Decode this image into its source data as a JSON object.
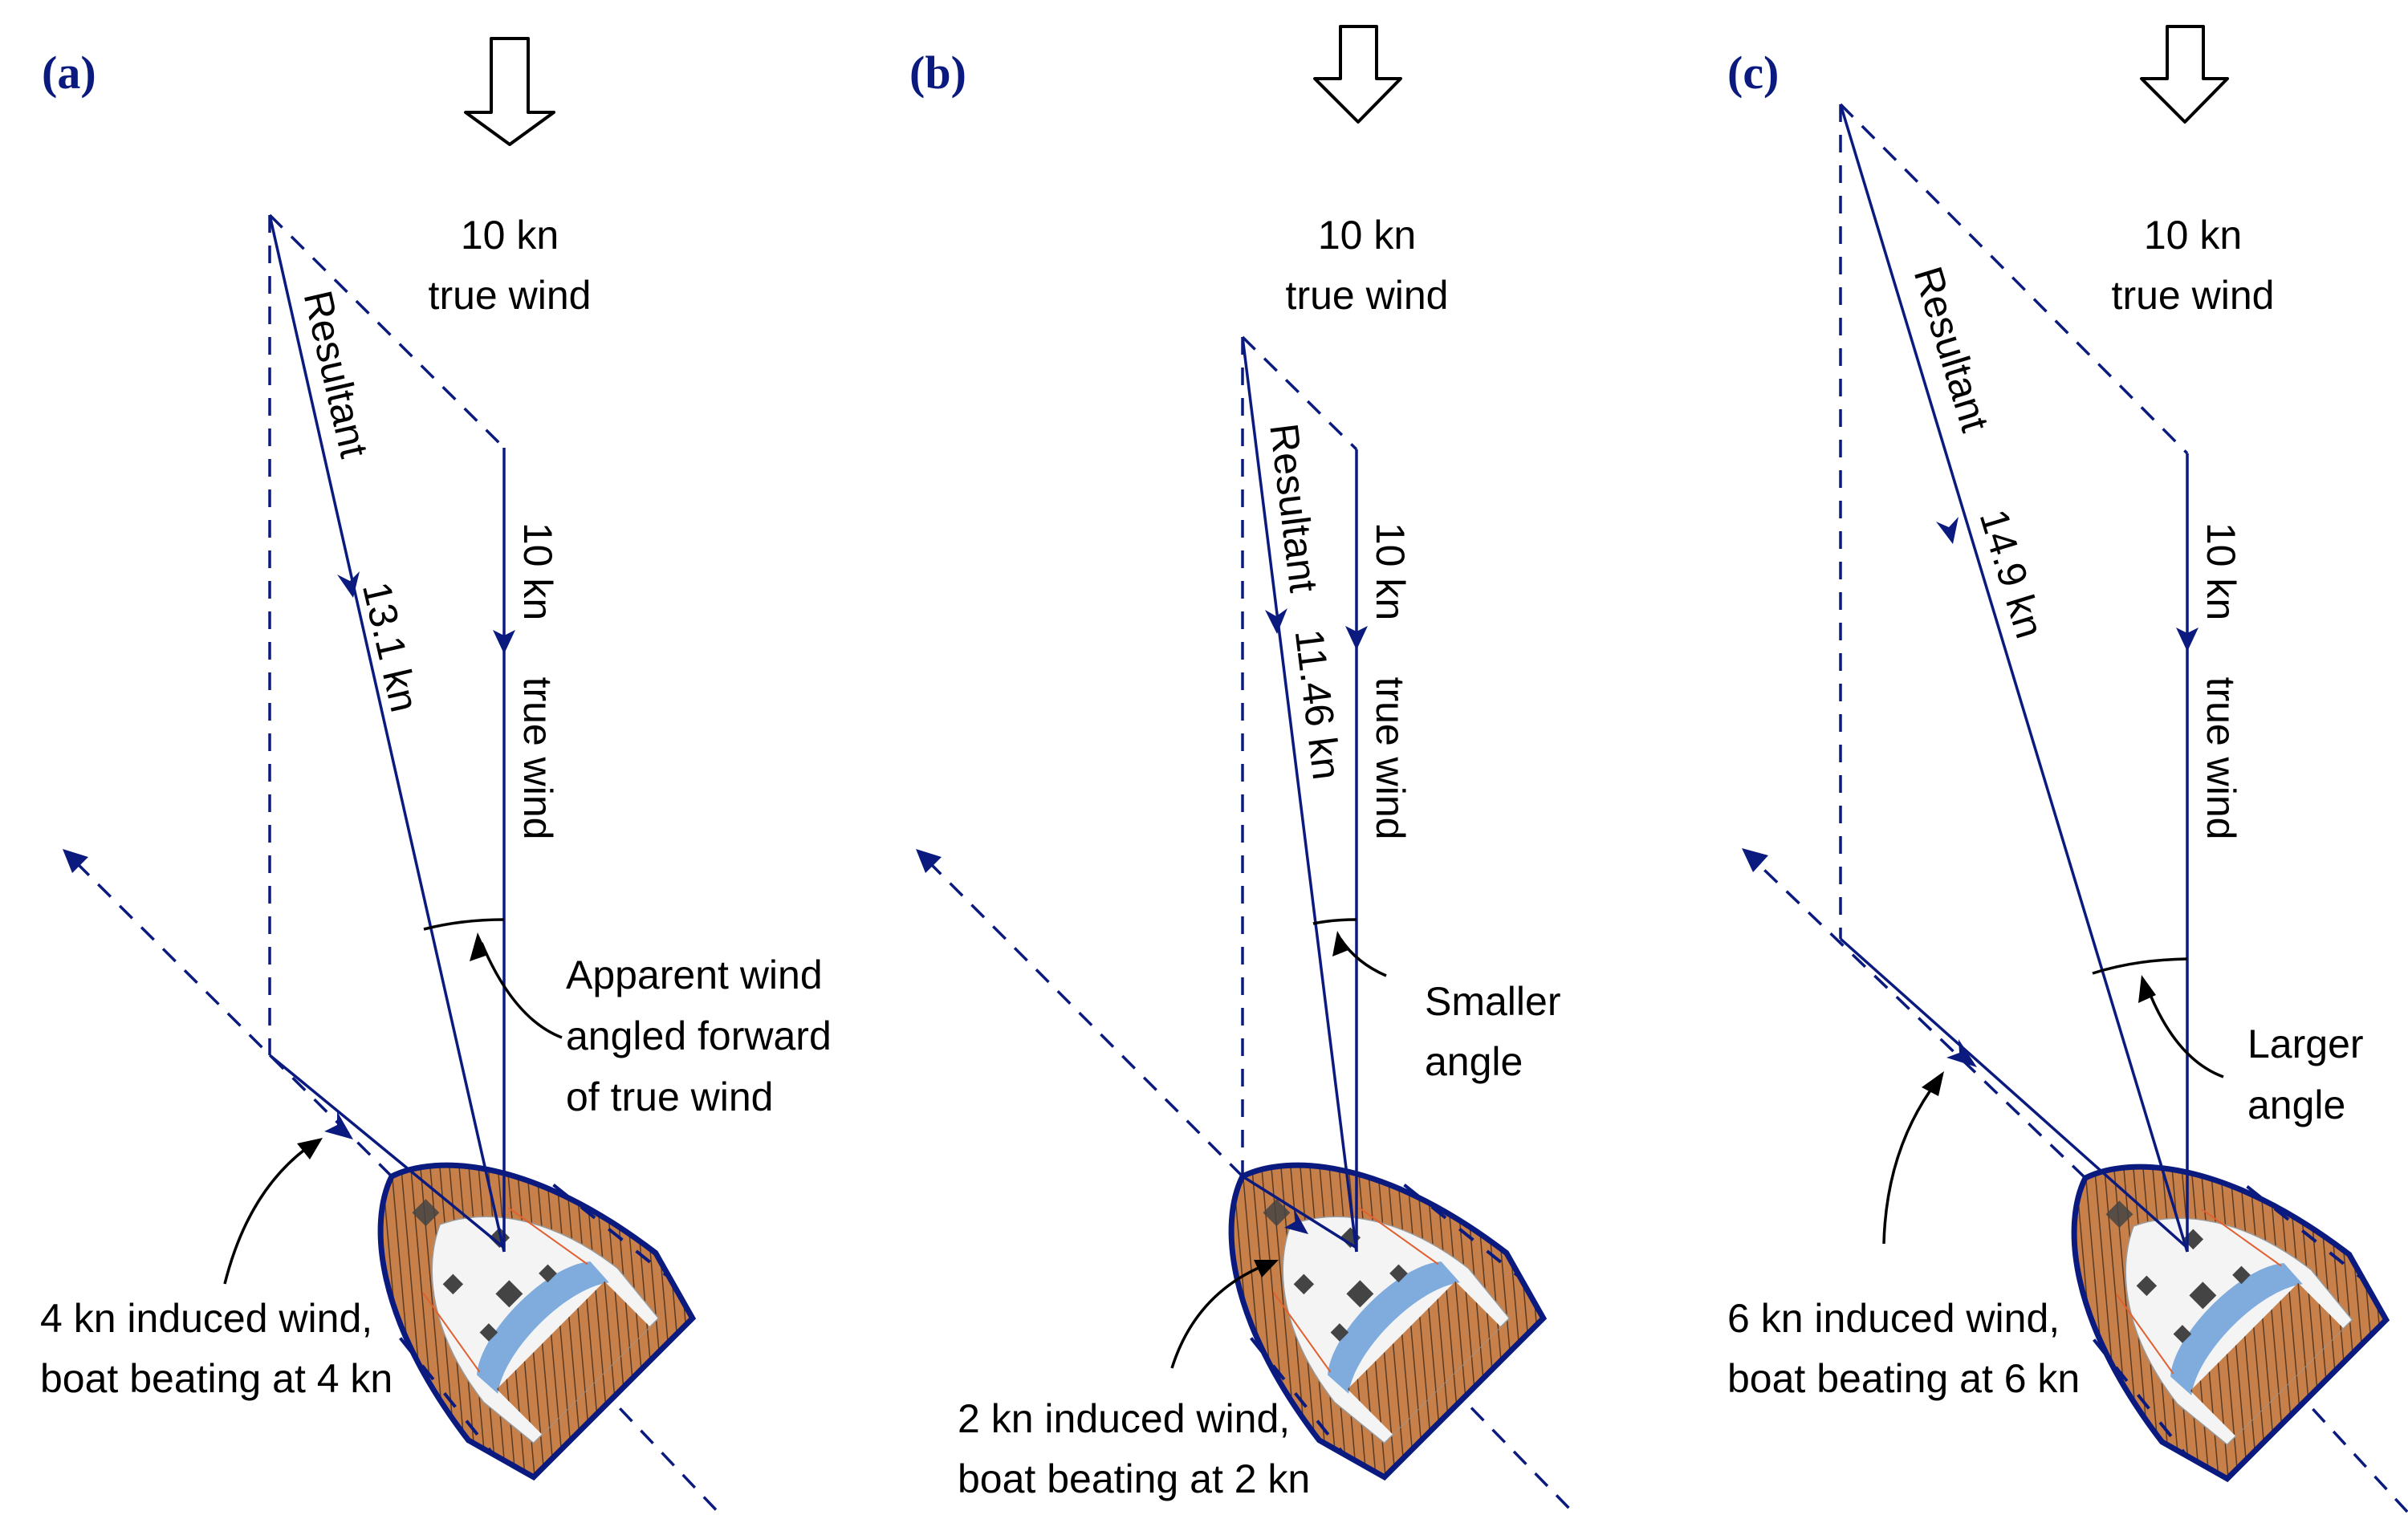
{
  "figure": {
    "colors": {
      "vector": "#0a1a7e",
      "label": "#0a1a7e",
      "text": "#000000",
      "deck": "#c8804a",
      "cabin": "#f4f4f4",
      "dodger": "#6b9fd8"
    },
    "panels": [
      {
        "id": "a",
        "label": "(a)",
        "wind_arrow": {
          "line1": "10 kn",
          "line2": "true wind"
        },
        "true_wind_vector": {
          "line1": "10 kn",
          "line2": "true wind",
          "speed_kn": 10
        },
        "resultant_vector": {
          "label": "Resultant",
          "value": "13.1 kn",
          "speed_kn": 13.1
        },
        "induced_wind": {
          "line1": "4 kn induced wind,",
          "line2": "boat beating at 4 kn",
          "speed_kn": 4
        },
        "angle_note": {
          "lines": [
            "Apparent wind",
            "angled forward",
            "of true wind"
          ]
        }
      },
      {
        "id": "b",
        "label": "(b)",
        "wind_arrow": {
          "line1": "10 kn",
          "line2": "true wind"
        },
        "true_wind_vector": {
          "line1": "10 kn",
          "line2": "true wind",
          "speed_kn": 10
        },
        "resultant_vector": {
          "label": "Resultant",
          "value": "11.46 kn",
          "speed_kn": 11.46
        },
        "induced_wind": {
          "line1": "2 kn induced wind,",
          "line2": "boat beating at 2 kn",
          "speed_kn": 2
        },
        "angle_note": {
          "lines": [
            "Smaller",
            "angle"
          ]
        }
      },
      {
        "id": "c",
        "label": "(c)",
        "wind_arrow": {
          "line1": "10 kn",
          "line2": "true wind"
        },
        "true_wind_vector": {
          "line1": "10 kn",
          "line2": "true wind",
          "speed_kn": 10
        },
        "resultant_vector": {
          "label": "Resultant",
          "value": "14.9 kn",
          "speed_kn": 14.9
        },
        "induced_wind": {
          "line1": "6 kn induced wind,",
          "line2": "boat beating at 6 kn",
          "speed_kn": 6
        },
        "angle_note": {
          "lines": [
            "Larger",
            "angle"
          ]
        }
      }
    ]
  }
}
